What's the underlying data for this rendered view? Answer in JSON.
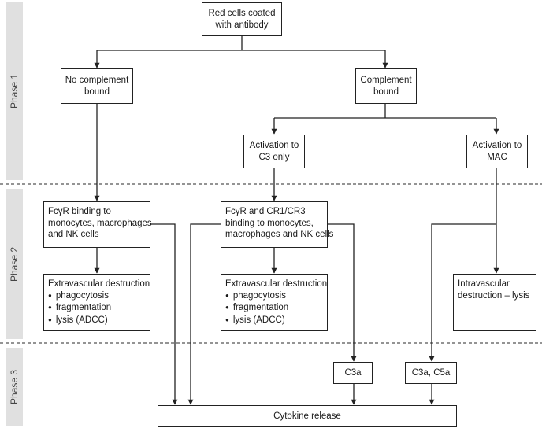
{
  "phases": [
    {
      "label": "Phase 1"
    },
    {
      "label": "Phase 2"
    },
    {
      "label": "Phase 3"
    }
  ],
  "nodes": {
    "red_cells": {
      "lines": [
        "Red cells coated",
        "with antibody"
      ]
    },
    "no_complement": {
      "lines": [
        "No complement",
        "bound"
      ]
    },
    "complement_bound": {
      "lines": [
        "Complement",
        "bound"
      ]
    },
    "activation_c3": {
      "lines": [
        "Activation to",
        "C3 only"
      ]
    },
    "activation_mac": {
      "lines": [
        "Activation to",
        "MAC"
      ]
    },
    "fcgr_binding": {
      "lines": [
        "FcγR binding to",
        "monocytes, macrophages",
        "and NK cells"
      ]
    },
    "fcgr_cr_binding": {
      "lines": [
        "FcγR and CR1/CR3",
        "binding to monocytes,",
        "macrophages and NK cells"
      ]
    },
    "extravascular_1": {
      "title": "Extravascular destruction",
      "bullets": [
        "phagocytosis",
        "fragmentation",
        "lysis (ADCC)"
      ]
    },
    "extravascular_2": {
      "title": "Extravascular destruction",
      "bullets": [
        "phagocytosis",
        "fragmentation",
        "lysis (ADCC)"
      ]
    },
    "intravascular": {
      "lines": [
        "Intravascular",
        "destruction – lysis"
      ]
    },
    "c3a": {
      "lines": [
        "C3a"
      ]
    },
    "c3a_c5a": {
      "lines": [
        "C3a, C5a"
      ]
    },
    "cytokine": {
      "lines": [
        "Cytokine release"
      ]
    }
  }
}
